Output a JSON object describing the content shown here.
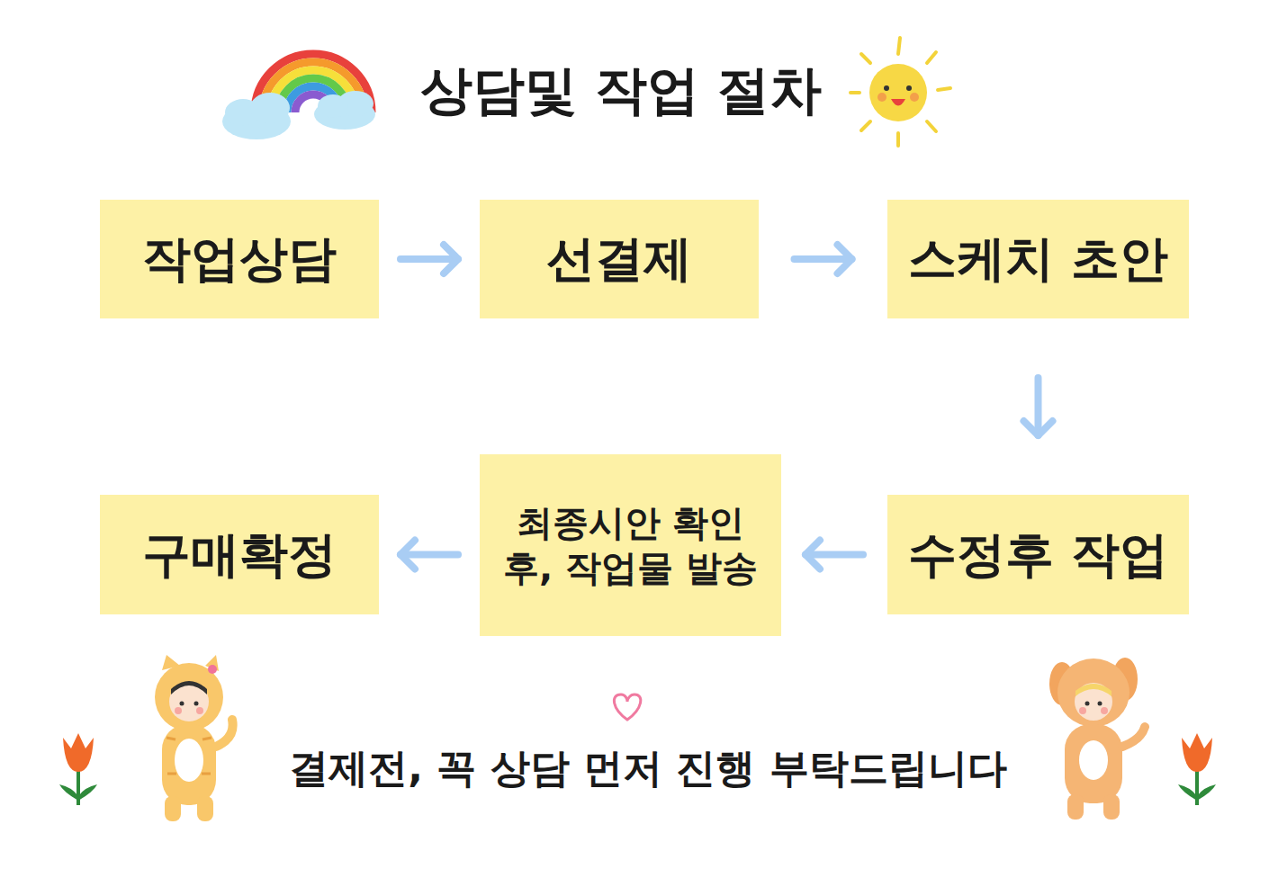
{
  "diagram": {
    "title": "상담및 작업 절차",
    "nodes": [
      {
        "text": [
          "작업상담"
        ]
      },
      {
        "text": [
          "선결제"
        ]
      },
      {
        "text": [
          "스케치 초안"
        ]
      },
      {
        "text": [
          "수정후 작업"
        ]
      },
      {
        "text": [
          "최종시안 확인 후, 작업물 발송"
        ]
      },
      {
        "text": [
          "구매확정"
        ]
      }
    ],
    "edges": [
      {
        "from": 0,
        "to": 1,
        "arrow": "to"
      },
      {
        "from": 1,
        "to": 2,
        "arrow": "to"
      },
      {
        "from": 2,
        "to": 3,
        "arrow": "to"
      },
      {
        "from": 3,
        "to": 4,
        "arrow": "to"
      },
      {
        "from": 4,
        "to": 5,
        "arrow": "to"
      }
    ],
    "labels": [
      "결제전, 꼭 상담 먼저 진행 부탁드립니다"
    ]
  }
}
